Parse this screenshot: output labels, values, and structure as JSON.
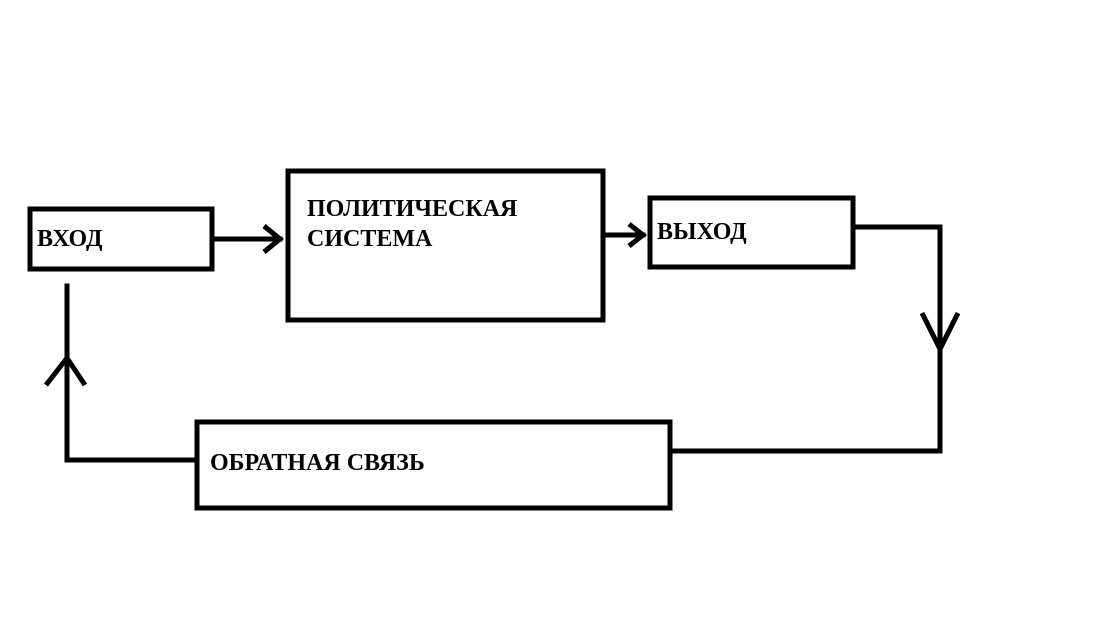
{
  "diagram": {
    "input_label": "ВХОД",
    "system_label_line1": "ПОЛИТИЧЕСКАЯ",
    "system_label_line2": "СИСТЕМА",
    "output_label": "ВЫХОД",
    "feedback_label": "ОБРАТНАЯ СВЯЗЬ"
  },
  "colors": {
    "stroke": "#000000",
    "background": "#ffffff"
  }
}
